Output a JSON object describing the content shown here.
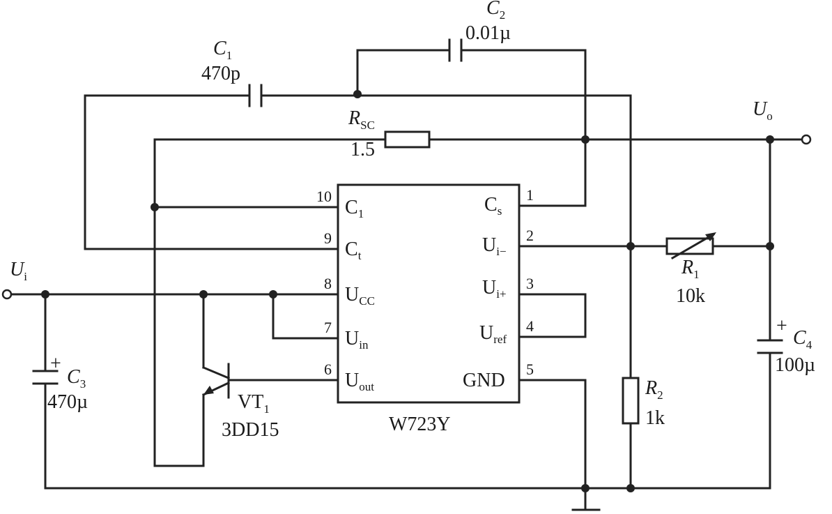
{
  "ic": {
    "name": "W723Y",
    "pins": [
      {
        "num": "1",
        "main": "C",
        "sub": "s"
      },
      {
        "num": "2",
        "main": "U",
        "sub": "i−"
      },
      {
        "num": "3",
        "main": "U",
        "sub": "i+"
      },
      {
        "num": "4",
        "main": "U",
        "sub": "ref"
      },
      {
        "num": "5",
        "main": "GND",
        "sub": ""
      },
      {
        "num": "6",
        "main": "U",
        "sub": "out"
      },
      {
        "num": "7",
        "main": "U",
        "sub": "in"
      },
      {
        "num": "8",
        "main": "U",
        "sub": "CC"
      },
      {
        "num": "9",
        "main": "C",
        "sub": "t"
      },
      {
        "num": "10",
        "main": "C",
        "sub": "1"
      }
    ]
  },
  "components": {
    "c1": {
      "main": "C",
      "sub": "1",
      "value": "470p"
    },
    "c2": {
      "main": "C",
      "sub": "2",
      "value": "0.01µ"
    },
    "c3": {
      "main": "C",
      "sub": "3",
      "value": "470µ",
      "polarity": "+"
    },
    "c4": {
      "main": "C",
      "sub": "4",
      "value": "100µ",
      "polarity": "+"
    },
    "rsc": {
      "main": "R",
      "sub": "SC",
      "value": "1.5"
    },
    "r1": {
      "main": "R",
      "sub": "1",
      "value": "10k"
    },
    "r2": {
      "main": "R",
      "sub": "2",
      "value": "1k"
    },
    "vt1": {
      "main": "VT",
      "sub": "1",
      "value": "3DD15"
    }
  },
  "terminals": {
    "input": {
      "main": "U",
      "sub": "i"
    },
    "output": {
      "main": "U",
      "sub": "o"
    }
  }
}
